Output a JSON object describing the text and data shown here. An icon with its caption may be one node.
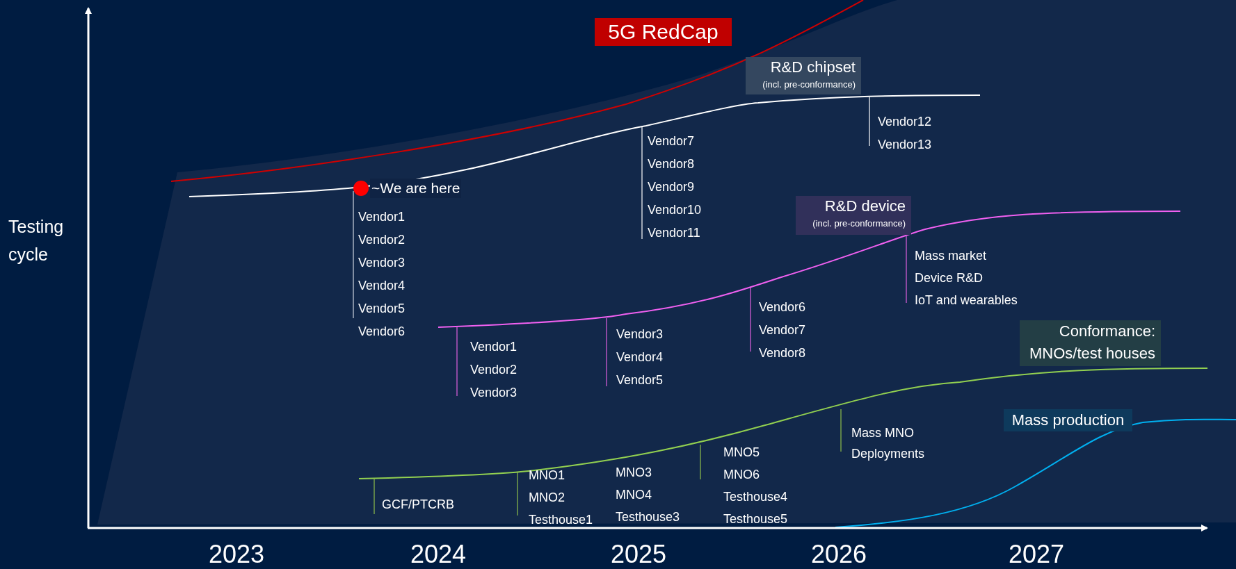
{
  "diagram": {
    "nodes": [
      {
        "text": [
          "5G RedCap"
        ]
      },
      {
        "text": [
          "R&D chipset",
          "(incl. pre-conformance)"
        ]
      },
      {
        "text": [
          "R&D device",
          "(incl. pre-conformance)"
        ]
      },
      {
        "text": [
          "Conformance: MNOs/test houses"
        ]
      },
      {
        "text": [
          "Mass production"
        ]
      }
    ],
    "labels": [
      "Testing cycle",
      "~We are here",
      "Vendor1",
      "Vendor2",
      "Vendor3",
      "Vendor4",
      "Vendor5",
      "Vendor6",
      "Vendor7",
      "Vendor8",
      "Vendor9",
      "Vendor10",
      "Vendor11",
      "Vendor12",
      "Vendor13",
      "Vendor1",
      "Vendor2",
      "Vendor3",
      "Vendor3",
      "Vendor4",
      "Vendor5",
      "Vendor6",
      "Vendor7",
      "Vendor8",
      "Mass market",
      "Device R&D",
      "IoT and wearables",
      "GCF/PTCRB",
      "MNO1",
      "MNO2",
      "Testhouse1",
      "MNO3",
      "MNO4",
      "Testhouse3",
      "MNO5",
      "MNO6",
      "Testhouse4",
      "Testhouse5",
      "Mass MNO Deployments",
      "2023",
      "2024",
      "2025",
      "2026",
      "2027"
    ]
  }
}
